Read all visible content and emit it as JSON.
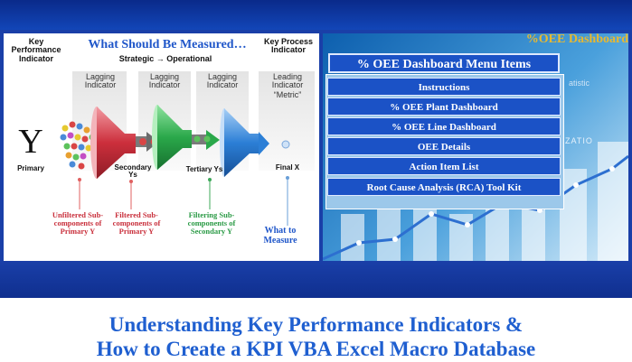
{
  "diagram": {
    "kpi_header": "Key Performance Indicator",
    "title": "What Should Be Measured…",
    "subtitle": "Strategic → Operational",
    "kpi2_header": "Key Process Indicator",
    "lagging_labels": [
      "Lagging Indicator",
      "Lagging Indicator",
      "Lagging Indicator"
    ],
    "leading_label": "Leading Indicator",
    "metric_label": "“Metric”",
    "y_symbol": "Y",
    "primary_label": "Primary",
    "secondary_label": "Secondary Ys",
    "tertiary_label": "Tertiary Ys",
    "final_label": "Final X",
    "unfiltered_label": "Unfiltered Sub-components of Primary Y",
    "filtered_label": "Filtered Sub-components of Primary Y",
    "filtering_label": "Filtering Sub-components of Secondary Y",
    "what_to_measure": "What to Measure",
    "colors": {
      "red": "#cc2f3c",
      "green": "#2aa84a",
      "blue": "#2c7fd6"
    }
  },
  "dashboard": {
    "title": "%OEE Dashboard",
    "menu_title": "% OEE Dashboard Menu Items",
    "menu_items": [
      "Instructions",
      "% OEE Plant  Dashboard",
      "% OEE Line Dashboard",
      "OEE Details",
      "Action Item List",
      "Root Cause Analysis (RCA) Tool Kit"
    ],
    "bg_words": [
      "atistic",
      "ZATIO"
    ]
  },
  "page": {
    "title_line1": "Understanding Key Performance Indicators &",
    "title_line2": "How to Create a KPI VBA Excel Macro Database"
  }
}
